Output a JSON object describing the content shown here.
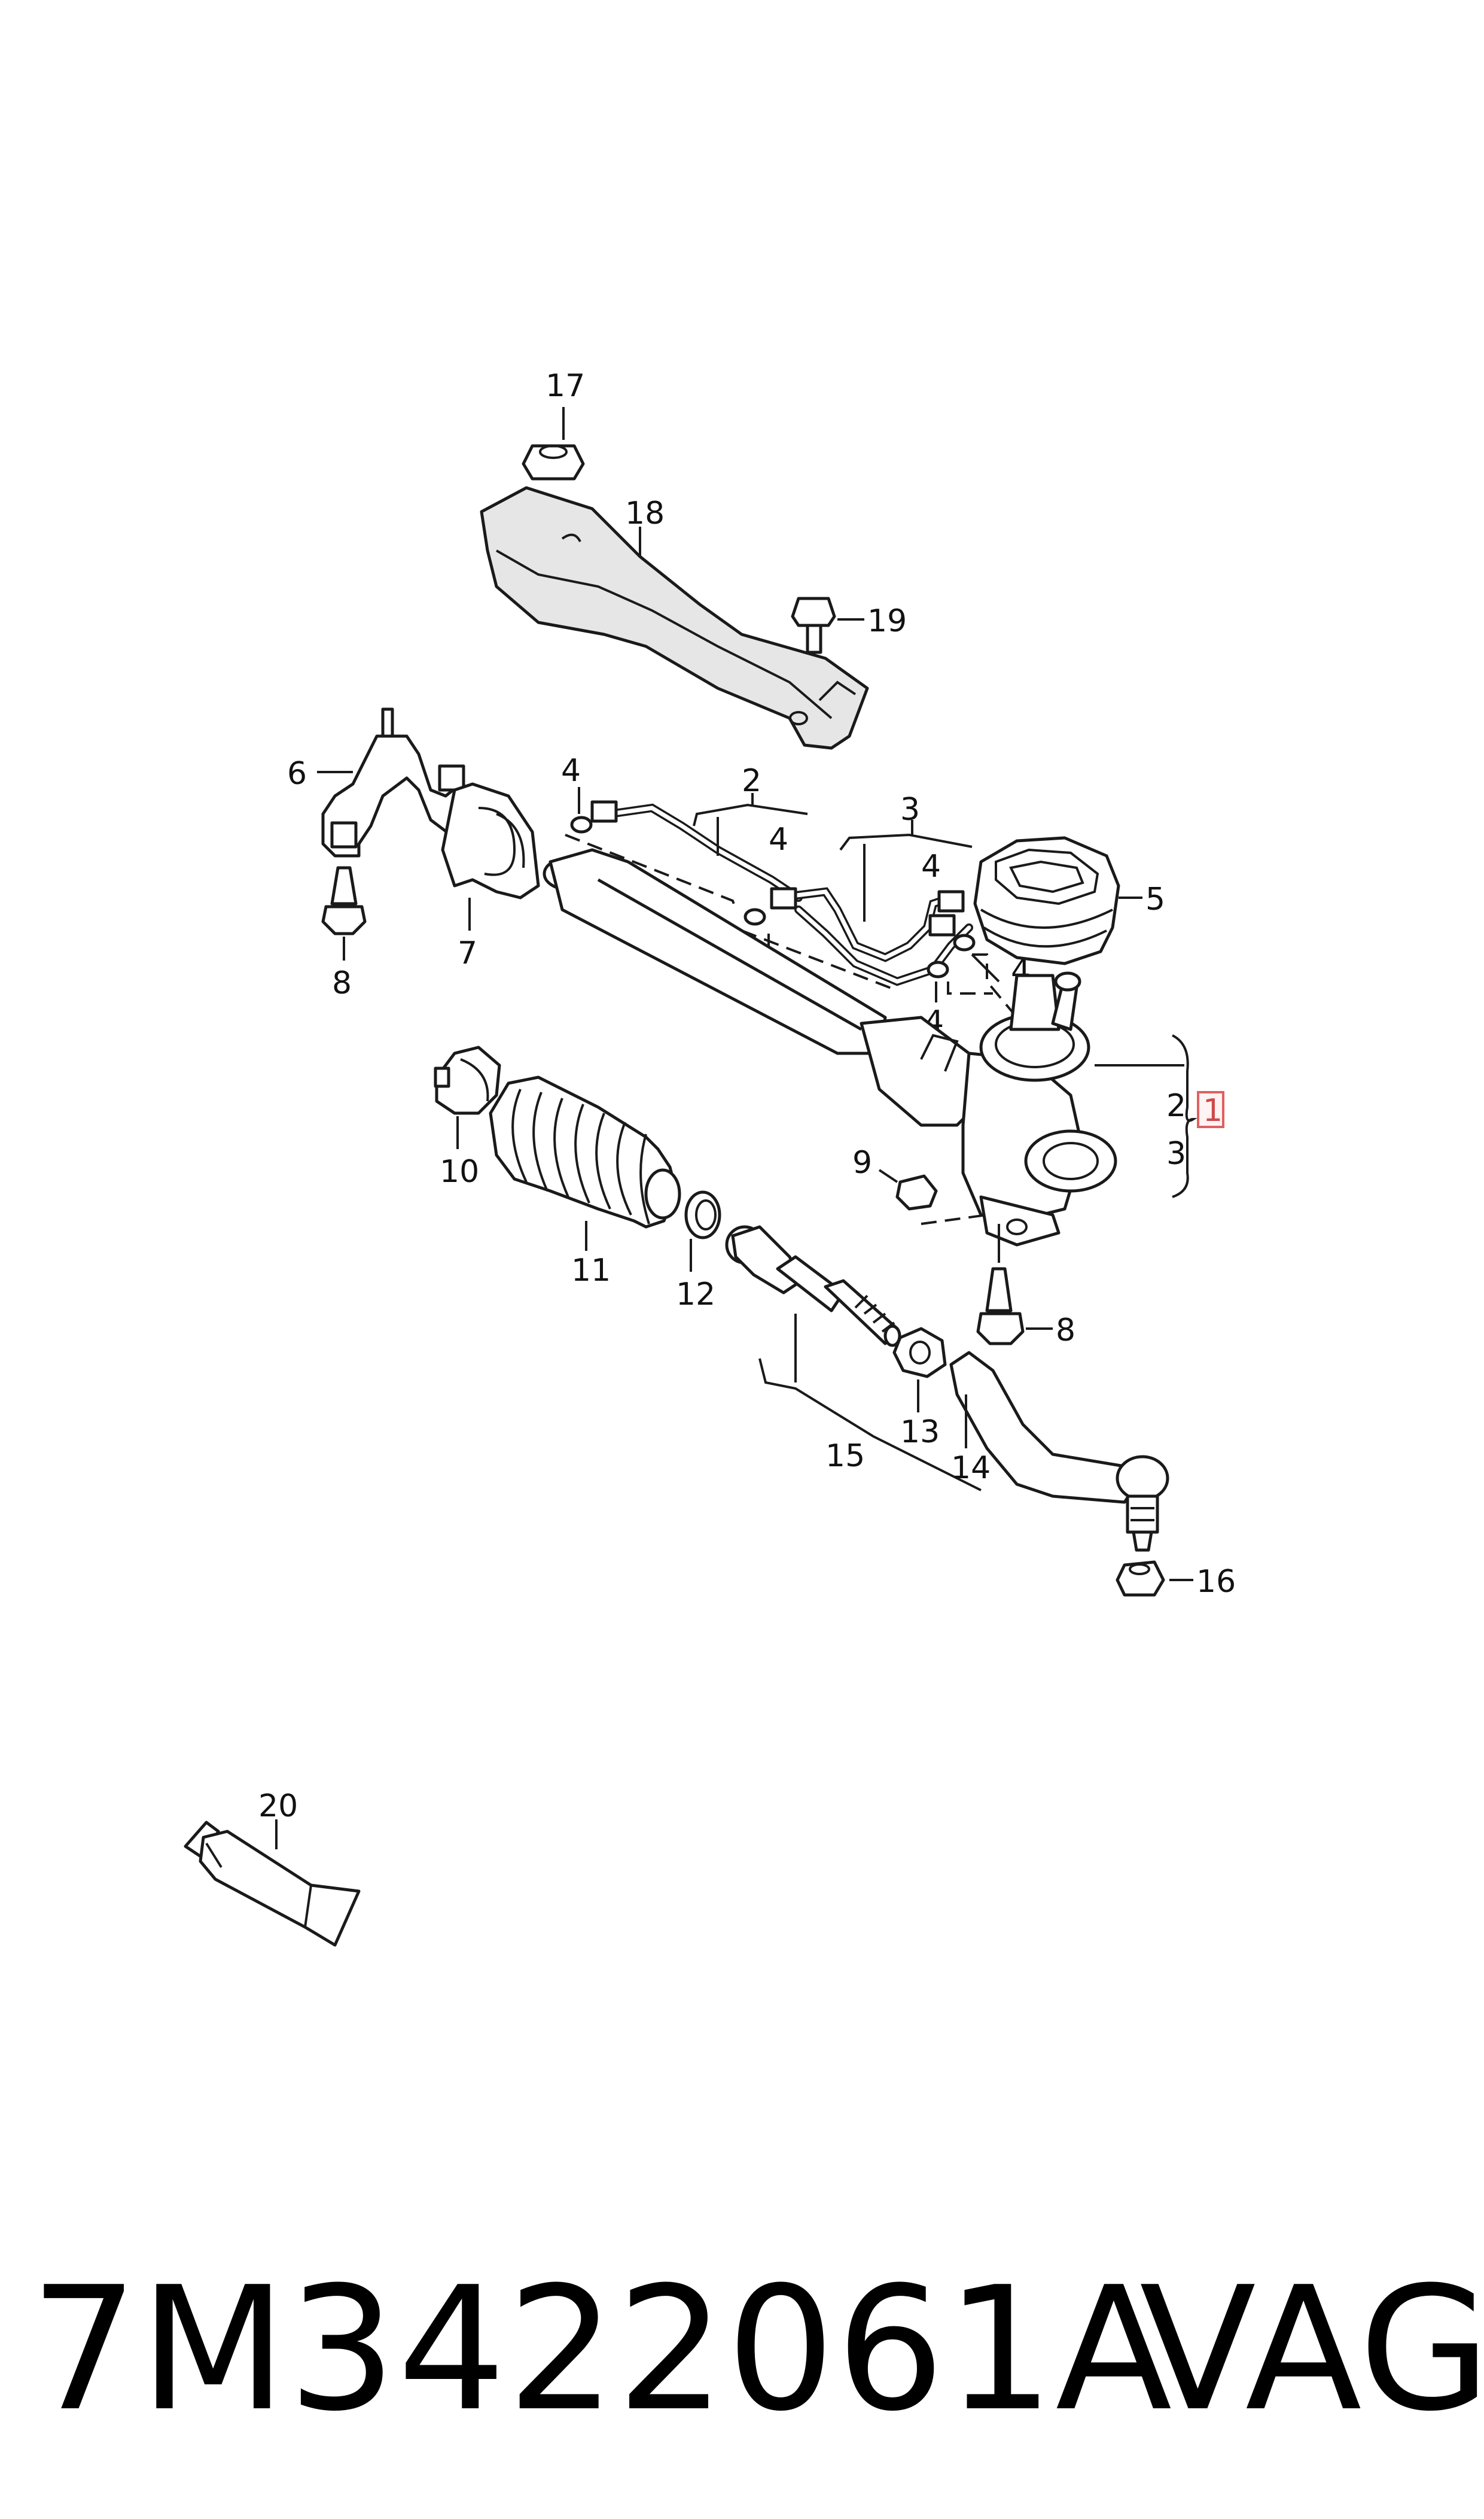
{
  "callouts": {
    "c17": "17",
    "c18": "18",
    "c19": "19",
    "c6": "6",
    "c7": "7",
    "c8a": "8",
    "c8b": "8",
    "c4a": "4",
    "c4b": "4",
    "c4c": "4",
    "c4d": "4",
    "c4e": "4",
    "c4f": "4",
    "c2a": "2",
    "c2b": "2",
    "c3a": "3",
    "c3b": "3",
    "c5": "5",
    "c1": "1",
    "c9": "9",
    "c10": "10",
    "c11": "11",
    "c12": "12",
    "c13": "13",
    "c14": "14",
    "c15": "15",
    "c16": "16",
    "c20": "20"
  },
  "footer": {
    "part_number": "7M3422061A",
    "brand": "VAG"
  },
  "colors": {
    "line": "#1a1a1a",
    "highlight_box": "#e06060"
  }
}
